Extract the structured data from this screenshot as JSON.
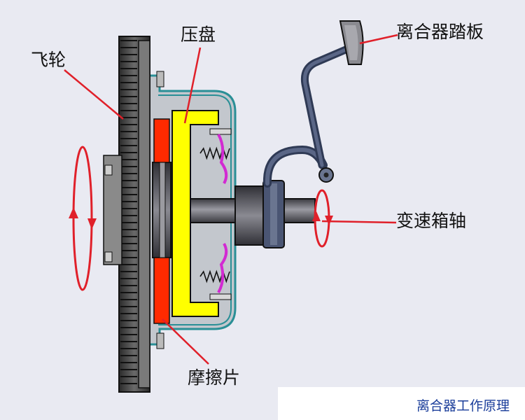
{
  "labels": {
    "flywheel": "飞轮",
    "pressure_plate": "压盘",
    "clutch_pedal": "离合器踏板",
    "gearbox_shaft": "变速箱轴",
    "friction_disc": "摩擦片"
  },
  "caption": "离合器工作原理",
  "colors": {
    "background": "#e9eaf2",
    "flywheel": "#3a3a3a",
    "pressure_plate": "#ffff00",
    "friction_disc": "#ff2a00",
    "housing_stroke": "#2a8f96",
    "housing_fill": "#c3c7cd",
    "shaft": "#5a5a60",
    "pedal": "#4a5573",
    "spring": "#d22ad2",
    "arrows": "#e0202a",
    "caption_text": "#1a3d9a"
  }
}
